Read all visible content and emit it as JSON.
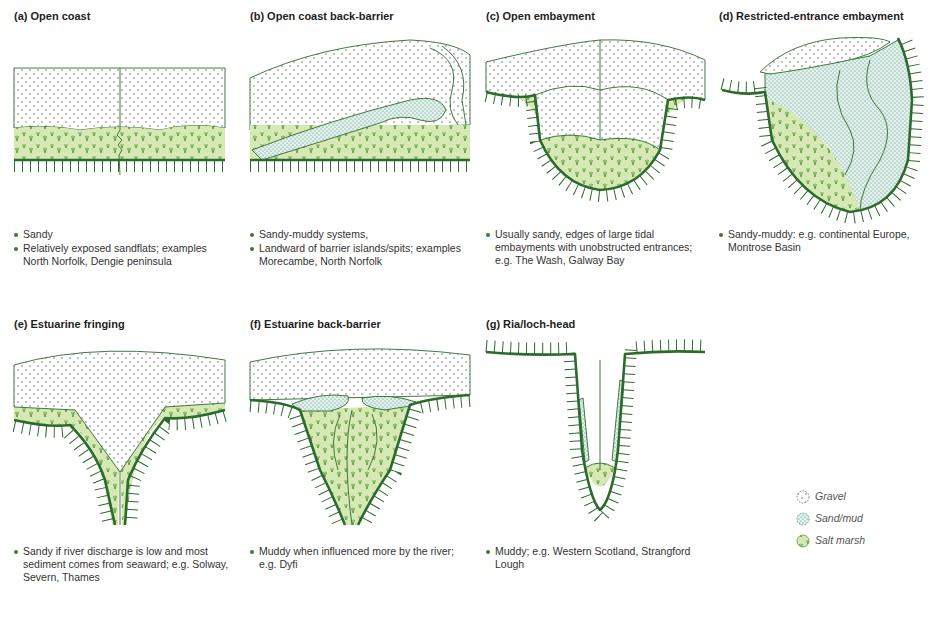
{
  "diagram": {
    "labels": [
      "(a) Open coast",
      "Sandy",
      "Relatively exposed sandflats; examples North Norfolk, Dengie peninsula",
      "(b) Open coast back-barrier",
      "Sandy-muddy systems,",
      "Landward of barrier islands/spits; examples Morecambe, North Norfolk",
      "(c) Open embayment",
      "Usually sandy, edges of large tidal embayments with unobstructed entrances; e.g. The Wash, Galway Bay",
      "(d) Restricted-entrance embayment",
      "Sandy-muddy: e.g. continental Europe, Montrose Basin",
      "(e) Estuarine fringing",
      "Sandy if river discharge is low and most sediment comes from seaward; e.g. Solway, Severn, Thames",
      "(f) Estuarine back-barrier",
      "Muddy when influenced more by the river; e.g. Dyfi",
      "(g) Ria/loch-head",
      "Muddy; e.g. Western Scotland, Strangford Lough"
    ],
    "legend": [
      {
        "text": "Gravel"
      },
      {
        "text": "Sand/mud"
      },
      {
        "text": "Salt marsh"
      }
    ]
  }
}
